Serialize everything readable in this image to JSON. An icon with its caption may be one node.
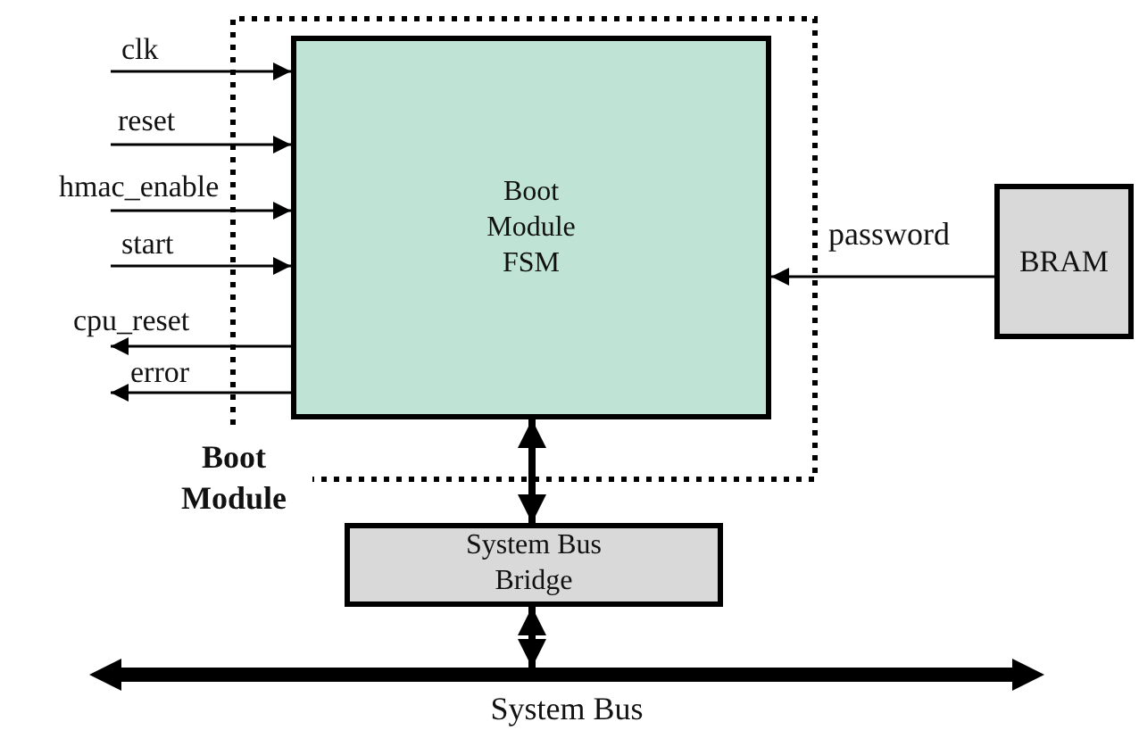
{
  "diagram": {
    "nodes": [
      {
        "text": [
          "Boot Module"
        ]
      },
      {
        "text": [
          "Boot Module FSM"
        ],
        "in": 0
      },
      {
        "text": [
          "BRAM"
        ]
      },
      {
        "text": [
          "System Bus Bridge"
        ]
      },
      {
        "text": [
          "System Bus"
        ]
      },
      {
        "text": [
          "clk"
        ]
      },
      {
        "text": [
          "reset"
        ]
      },
      {
        "text": [
          "hmac_enable"
        ]
      },
      {
        "text": [
          "start"
        ]
      },
      {
        "text": [
          "cpu_reset"
        ]
      },
      {
        "text": [
          "error"
        ]
      }
    ],
    "edges": [
      {
        "from": 5,
        "to": 1,
        "arrow": "to"
      },
      {
        "from": 6,
        "to": 1,
        "arrow": "to"
      },
      {
        "from": 7,
        "to": 1,
        "arrow": "to"
      },
      {
        "from": 8,
        "to": 1,
        "arrow": "to"
      },
      {
        "from": 1,
        "to": 9,
        "arrow": "to"
      },
      {
        "from": 1,
        "to": 10,
        "arrow": "to"
      },
      {
        "from": 2,
        "to": 1,
        "arrow": "to",
        "label": "password"
      },
      {
        "from": 1,
        "to": 3,
        "arrow": "both",
        "style": "thick"
      },
      {
        "from": 3,
        "to": 4,
        "arrow": "both",
        "style": "thick"
      }
    ]
  }
}
